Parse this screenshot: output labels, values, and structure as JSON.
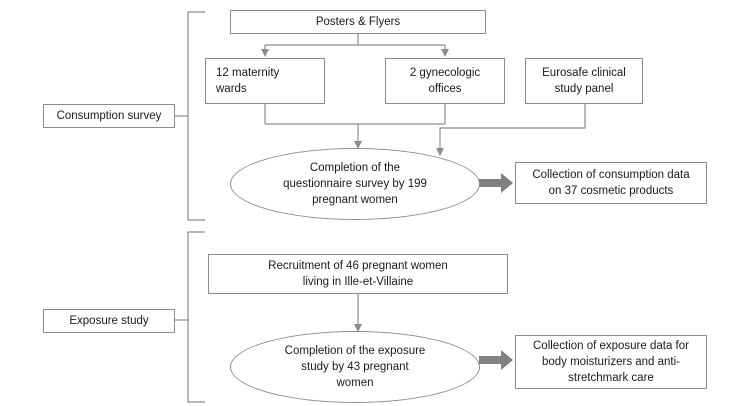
{
  "sections": {
    "consumption": "Consumption survey",
    "exposure": "Exposure study"
  },
  "nodes": {
    "posters": "Posters & Flyers",
    "maternity": "12 maternity\nwards",
    "gyneco": "2 gynecologic\noffices",
    "eurosafe": "Eurosafe clinical\nstudy panel",
    "completion_survey": "Completion of the\nquestionnaire survey by 199\npregnant women",
    "collection_consumption": "Collection of consumption data\non 37 cosmetic products",
    "recruitment": "Recruitment of 46 pregnant women\nliving in Ille-et-Villaine",
    "completion_exposure": "Completion of the exposure\nstudy by 43 pregnant\nwomen",
    "collection_exposure": "Collection of exposure data for\nbody moisturizers and anti-\nstretchmark care"
  },
  "colors": {
    "line": "#8c8c8c",
    "arrow_fill": "#808080"
  }
}
